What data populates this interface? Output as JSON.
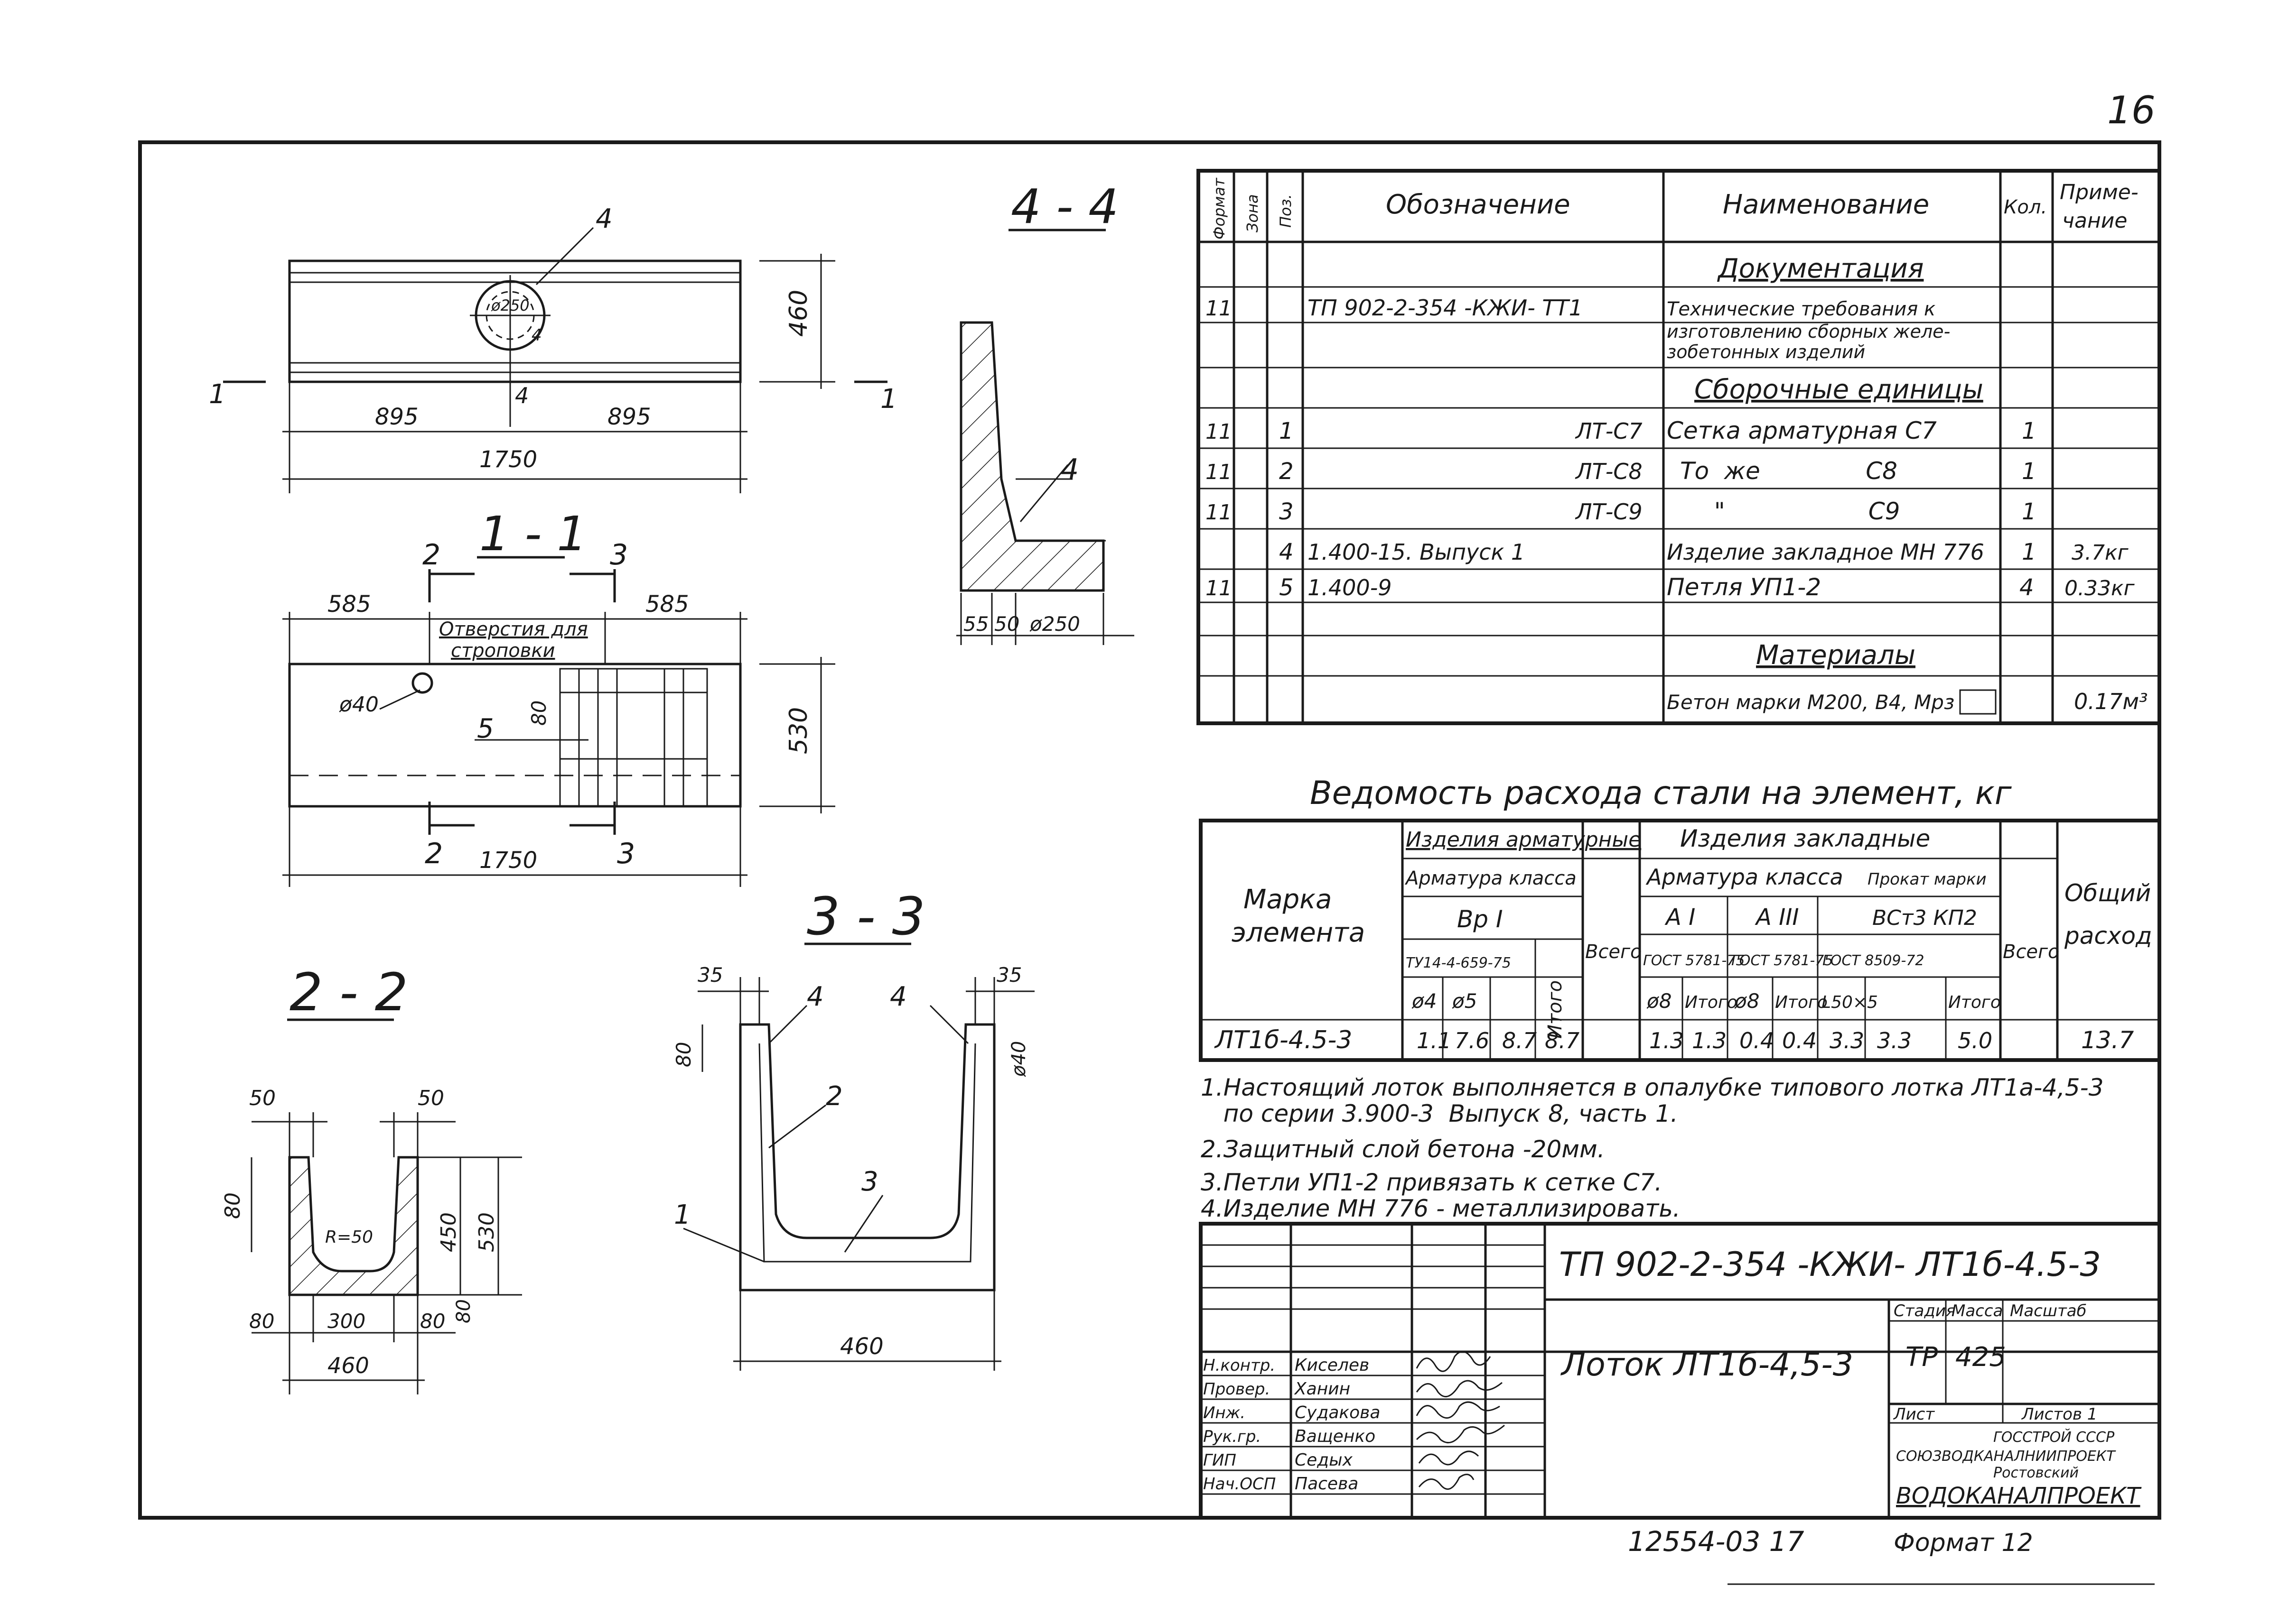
{
  "page_number": "16",
  "views": {
    "view_4_4_title": "4 - 4",
    "view_1_1_title": "1 - 1",
    "view_2_2_title": "2 - 2",
    "view_3_3_title": "3 - 3"
  },
  "plan_view": {
    "callout_4": "4",
    "dim_460": "460",
    "dim_895_left": "895",
    "dim_895_right": "895",
    "dim_1750": "1750",
    "section_mark_left": "1",
    "section_mark_right": "1",
    "axis_label_4": "4",
    "hole_label": "ø250",
    "hole_axis": "4"
  },
  "section_1_1": {
    "dim_585_left": "585",
    "dim_585_right": "585",
    "note_line1": "Отверстия для",
    "note_line2": "строповки",
    "dia_40": "ø40",
    "dim_80": "80",
    "dim_530": "530",
    "dim_1750": "1750",
    "callout_5": "5",
    "mark_2_top": "2",
    "mark_3_top": "3",
    "mark_2_bottom": "2",
    "mark_3_bottom": "3"
  },
  "section_4_4": {
    "callout_4": "4",
    "dim_55": "55",
    "dim_50": "50",
    "dim_250": "ø250"
  },
  "section_2_2": {
    "dim_50_left": "50",
    "dim_50_right": "50",
    "dim_80_left": "80",
    "radius": "R=50",
    "dim_450": "450",
    "dim_530": "530",
    "dim_80_right": "80",
    "dim_80_bottom_left": "80",
    "dim_300": "300",
    "dim_80_bottom_right": "80",
    "dim_460": "460"
  },
  "section_3_3": {
    "dim_35_left": "35",
    "dim_35_right": "35",
    "dim_80": "80",
    "dim_40": "ø40",
    "callout_4_left": "4",
    "callout_4_right": "4",
    "callout_2": "2",
    "callout_3": "3",
    "callout_1": "1",
    "dim_460": "460"
  },
  "spec_table": {
    "headers": {
      "format": "Формат",
      "zone": "Зона",
      "pos": "Поз.",
      "designation": "Обозначение",
      "name": "Наименование",
      "qty": "Кол.",
      "note_line1": "Приме-",
      "note_line2": "чание"
    },
    "section_docs": "Документация",
    "doc_row": {
      "format": "11",
      "designation": "ТП 902-2-354  -КЖИ- ТТ1",
      "name_line1": "Технические требования к",
      "name_line2": "изготовлению сборных желе-",
      "name_line3": "зобетонных изделий"
    },
    "section_units": "Сборочные единицы",
    "rows": [
      {
        "format": "11",
        "pos": "1",
        "designation": "ЛТ-С7",
        "name": "Сетка арматурная С7",
        "qty": "1",
        "note": ""
      },
      {
        "format": "11",
        "pos": "2",
        "designation": "ЛТ-С8",
        "name": "То  же              С8",
        "qty": "1",
        "note": ""
      },
      {
        "format": "11",
        "pos": "3",
        "designation": "ЛТ-С9",
        "name": "  \"                   С9",
        "qty": "1",
        "note": ""
      },
      {
        "format": "",
        "pos": "4",
        "designation": "1.400-15. Выпуск 1",
        "name": "Изделие закладное МН 776",
        "qty": "1",
        "note": "3.7кг"
      },
      {
        "format": "11",
        "pos": "5",
        "designation": "1.400-9",
        "name": "Петля  УП1-2",
        "qty": "4",
        "note": "0.33кг"
      }
    ],
    "section_materials": "Материалы",
    "material_row": {
      "name": "Бетон марки М200, В4, Мрз",
      "note": "0.17м³"
    }
  },
  "steel_table": {
    "title": "Ведомость расхода стали на элемент, кг",
    "h_mark_line1": "Марка",
    "h_mark_line2": "элемента",
    "h_reinf_products": "Изделия арматурные",
    "h_embedded": "Изделия закладные",
    "h_total_line1": "Общий",
    "h_total_line2": "расход",
    "h_rebar_class": "Арматура класса",
    "h_vr1": "Вр I",
    "h_tu": "ТУ14-4-659-75",
    "h_itogo": "Итого",
    "h_vsego": "Всего",
    "h_rebar_class2": "Арматура класса",
    "h_profile": "Прокат марки",
    "h_a1": "А I",
    "h_a3": "А III",
    "h_vst3": "ВСт3 КП2",
    "h_gost1": "ГОСТ 5781-75",
    "h_gost2": "ГОСТ 5781-75",
    "h_gost3": "ГОСТ 8509-72",
    "h_vsego2": "Всего",
    "h_d4": "ø4",
    "h_d5": "ø5",
    "h_d8a": "ø8",
    "h_itogo_a": "Итого",
    "h_d8b": "ø8",
    "h_itogo_b": "Итого",
    "h_angle": "L50×5",
    "h_itogo_c": "Итого",
    "row": {
      "mark": "ЛТ1б-4.5-3",
      "d4": "1.1",
      "d5": "7.6",
      "itogo1": "8.7",
      "vsego1": "8.7",
      "a1_d8": "1.3",
      "a1_itogo": "1.3",
      "a3_d8": "0.4",
      "a3_itogo": "0.4",
      "angle": "3.3",
      "angle_itogo": "3.3",
      "vsego2": "5.0",
      "total": "13.7"
    }
  },
  "notes": [
    "1.Настоящий лоток выполняется в опалубке типового лотка ЛТ1а-4,5-3",
    "   по серии 3.900-3  Выпуск 8, часть 1.",
    "2.Защитный слой бетона -20мм.",
    "3.Петли УП1-2 привязать к сетке С7.",
    "4.Изделие МН 776 - металлизировать."
  ],
  "title_block": {
    "doc_code": "ТП 902-2-354  -КЖИ- ЛТ1б-4.5-3",
    "product_name": "Лоток ЛТ1б-4,5-3",
    "stage_label": "Стадия",
    "mass_label": "Масса",
    "scale_label": "Масштаб",
    "stage_value": "ТР",
    "mass_value": "425",
    "sheet_label": "Лист",
    "sheets_label": "Листов 1",
    "org_line1": "ГОССТРОЙ СССР",
    "org_line2": "СОЮЗВОДКАНАЛНИИПРОЕКТ",
    "org_line3": "Ростовский",
    "org_line4": "ВОДОКАНАЛПРОЕКТ",
    "staff": [
      {
        "role": "Н.контр.",
        "name": "Киселев"
      },
      {
        "role": "Провер.",
        "name": "Ханин"
      },
      {
        "role": "Инж.",
        "name": "Судакова"
      },
      {
        "role": "Рук.гр.",
        "name": "Ващенко"
      },
      {
        "role": "ГИП",
        "name": "Седых"
      },
      {
        "role": "Нач.ОСП",
        "name": "Пасева"
      }
    ]
  },
  "footer": {
    "archive_number": "12554-03  17",
    "format": "Формат 12"
  }
}
